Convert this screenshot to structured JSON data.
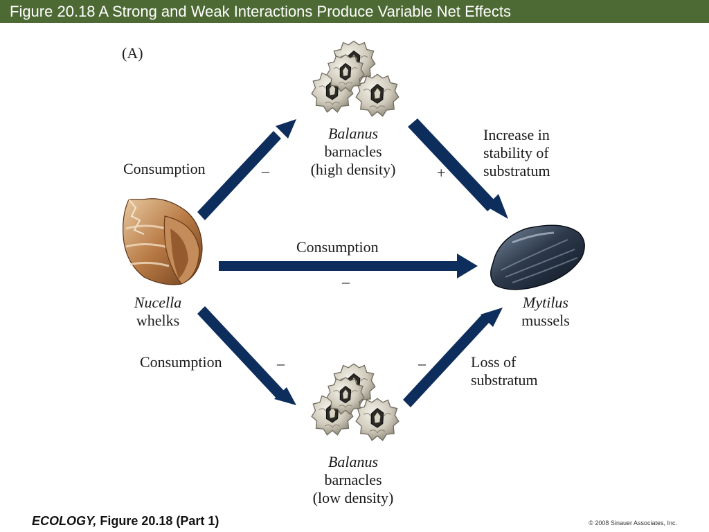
{
  "slide": {
    "title": "Figure 20.18  A Strong and Weak Interactions Produce Variable Net Effects"
  },
  "panel_label": "(A)",
  "nodes": {
    "barnacles_high": {
      "genus": "Balanus",
      "line2": "barnacles",
      "line3": "(high density)"
    },
    "whelks": {
      "genus": "Nucella",
      "line2": "whelks"
    },
    "mussels": {
      "genus": "Mytilus",
      "line2": "mussels"
    },
    "barnacles_low": {
      "genus": "Balanus",
      "line2": "barnacles",
      "line3": "(low density)"
    }
  },
  "edges": {
    "whelks_to_barnacles_high": {
      "label": "Consumption",
      "sign": "–"
    },
    "barnacles_high_to_mussels": {
      "label_lines": [
        "Increase in",
        "stability of",
        "substratum"
      ],
      "sign": "+"
    },
    "whelks_to_mussels": {
      "label": "Consumption",
      "sign": "–"
    },
    "whelks_to_barnacles_low": {
      "label": "Consumption",
      "sign": "–"
    },
    "barnacles_low_to_mussels": {
      "label_lines": [
        "Loss of",
        "substratum"
      ],
      "sign": "–"
    }
  },
  "footer": {
    "book": "ECOLOGY,",
    "figure": " Figure 20.18 (Part 1)",
    "copyright": "© 2008 Sinauer Associates, Inc."
  },
  "colors": {
    "title_bar": "#4e6a34",
    "arrow": "#0d2d5c"
  }
}
